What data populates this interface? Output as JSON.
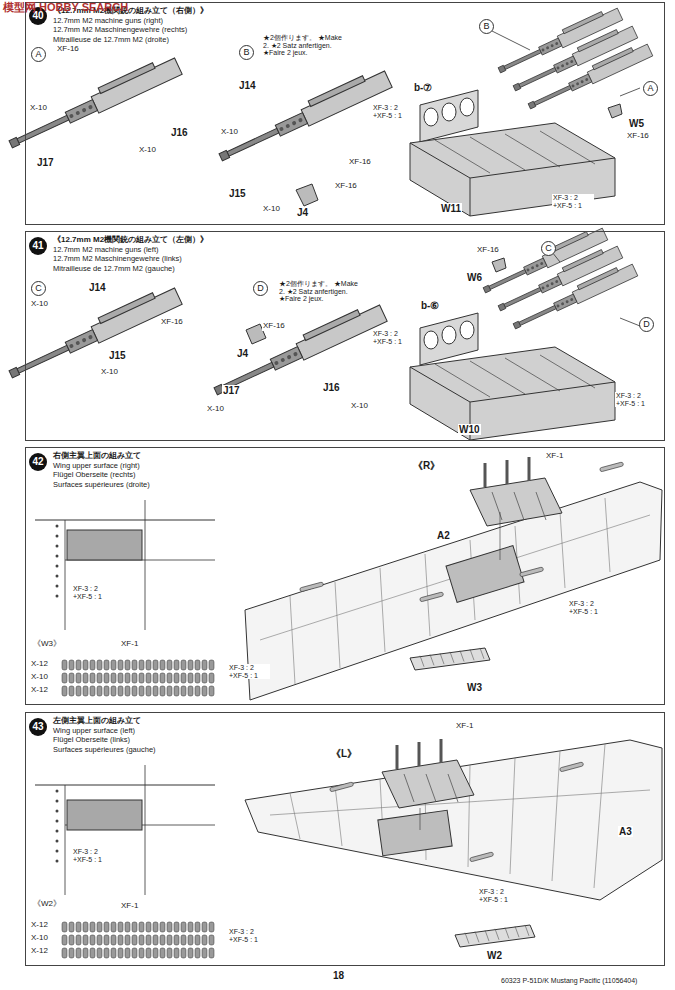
{
  "diagram": {
    "nodes": [
      {
        "text": [
          "《12.7mm M2機関銃の組み立て（右側）》",
          "12.7mm M2 machine guns (right)",
          "12.7mm M2 Maschinengewehre (rechts)",
          "Mitrailleuse de 12.7mm M2 (droite)"
        ]
      },
      {
        "text": [
          "40"
        ],
        "in": 0
      },
      {
        "text": [
          "A"
        ],
        "in": 0
      },
      {
        "text": [
          "B"
        ],
        "in": 0
      },
      {
        "text": [
          "B"
        ],
        "in": 0
      },
      {
        "text": [
          "A"
        ],
        "in": 0
      },
      {
        "text": [
          "《12.7mm M2機関銃の組み立て（左側）》",
          "12.7mm M2 machine guns (left)",
          "12.7mm M2 Maschinengewehre (links)",
          "Mitrailleuse de 12.7mm M2 (gauche)"
        ]
      },
      {
        "text": [
          "41"
        ],
        "in": 6
      },
      {
        "text": [
          "C"
        ],
        "in": 6
      },
      {
        "text": [
          "D"
        ],
        "in": 6
      },
      {
        "text": [
          "C"
        ],
        "in": 6
      },
      {
        "text": [
          "D"
        ],
        "in": 6
      },
      {
        "text": [
          "右側主翼上面の組み立て",
          "Wing upper surface (right)",
          "Flügel Oberseite (rechts)",
          "Surfaces supérieures (droite)"
        ]
      },
      {
        "text": [
          "42"
        ],
        "in": 12
      },
      {
        "text": [
          "左側主翼上面の組み立て",
          "Wing upper surface (left)",
          "Flügel Oberseite (links)",
          "Surfaces supérieures (gauche)"
        ]
      },
      {
        "text": [
          "43"
        ],
        "in": 14
      }
    ],
    "labels": [
      "模型网 HOBBY SEARCH",
      "XF-16",
      "X-10",
      "J16",
      "X-10",
      "J17",
      "★2個作ります。 ★Make 2. ★2 Satz anfertigen. ★Faire 2 jeux.",
      "J14",
      "X-10",
      "XF-16",
      "J15",
      "X-10",
      "J4",
      "XF-16",
      "b-⑦",
      "XF-3 : 2 +XF-5 : 1",
      "W5",
      "XF-16",
      "W11",
      "XF-3 : 2 +XF-5 : 1",
      "X-10",
      "J14",
      "XF-16",
      "J15",
      "X-10",
      "★2個作ります。 ★Make 2. ★2 Satz anfertigen. ★Faire 2 jeux.",
      "J4",
      "XF-16",
      "J17",
      "X-10",
      "J16",
      "X-10",
      "XF-16",
      "W6",
      "b-⑥",
      "XF-3 : 2 +XF-5 : 1",
      "XF-3 : 2 +XF-5 : 1",
      "W10",
      "XF-3 : 2 +XF-5 : 1",
      "《W3》",
      "XF-1",
      "X-12",
      "X-10",
      "X-12",
      "XF-3 : 2 +XF-5 : 1",
      "《R》",
      "XF-1",
      "A2",
      "XF-3 : 2 +XF-5 : 1",
      "W3",
      "XF-3 : 2 +XF-5 : 1",
      "《W2》",
      "XF-1",
      "X-12",
      "X-10",
      "X-12",
      "XF-3 : 2 +XF-5 : 1",
      "《L》",
      "XF-1",
      "A3",
      "XF-3 : 2 +XF-5 : 1",
      "W2",
      "18",
      "60323  P-51D/K Mustang Pacific (11056404)"
    ]
  }
}
